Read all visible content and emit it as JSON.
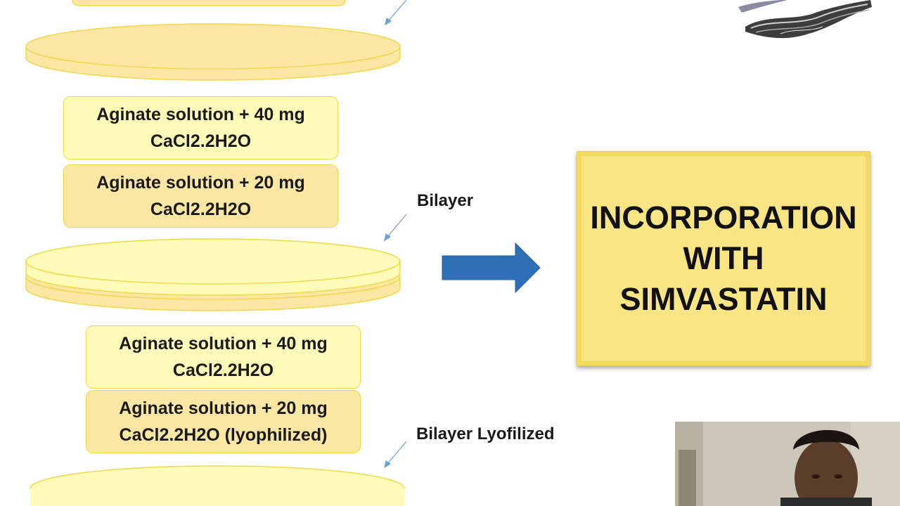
{
  "boxes": {
    "top_partial": "",
    "group1_top": {
      "line1": "Aginate solution + 40 mg",
      "line2": "CaCl2.2H2O"
    },
    "group1_bottom": {
      "line1": "Aginate solution + 20 mg",
      "line2": "CaCl2.2H2O"
    },
    "group2_top": {
      "line1": "Aginate solution + 40 mg",
      "line2": "CaCl2.2H2O"
    },
    "group2_bottom": {
      "line1": "Aginate solution + 20 mg",
      "line2": "CaCl2.2H2O (lyophilized)"
    }
  },
  "labels": {
    "bilayer": "Bilayer",
    "bilayer_lyofilized": "Bilayer Lyofilized"
  },
  "result": {
    "line1": "INCORPORATION",
    "line2": "WITH",
    "line3": "SIMVASTATIN"
  },
  "colors": {
    "light_yellow": "#fffbb8",
    "tan_yellow": "#fbe6a4",
    "arrow_blue": "#2e6fb5",
    "result_fill": "#fae585"
  }
}
